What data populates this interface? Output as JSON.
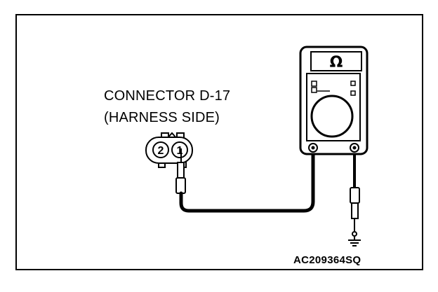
{
  "connector": {
    "title": "CONNECTOR D-17",
    "subtitle": "(HARNESS SIDE)",
    "pins": [
      "2",
      "1"
    ]
  },
  "meter": {
    "display_symbol": "Ω"
  },
  "figure_code": "AC209364SQ"
}
